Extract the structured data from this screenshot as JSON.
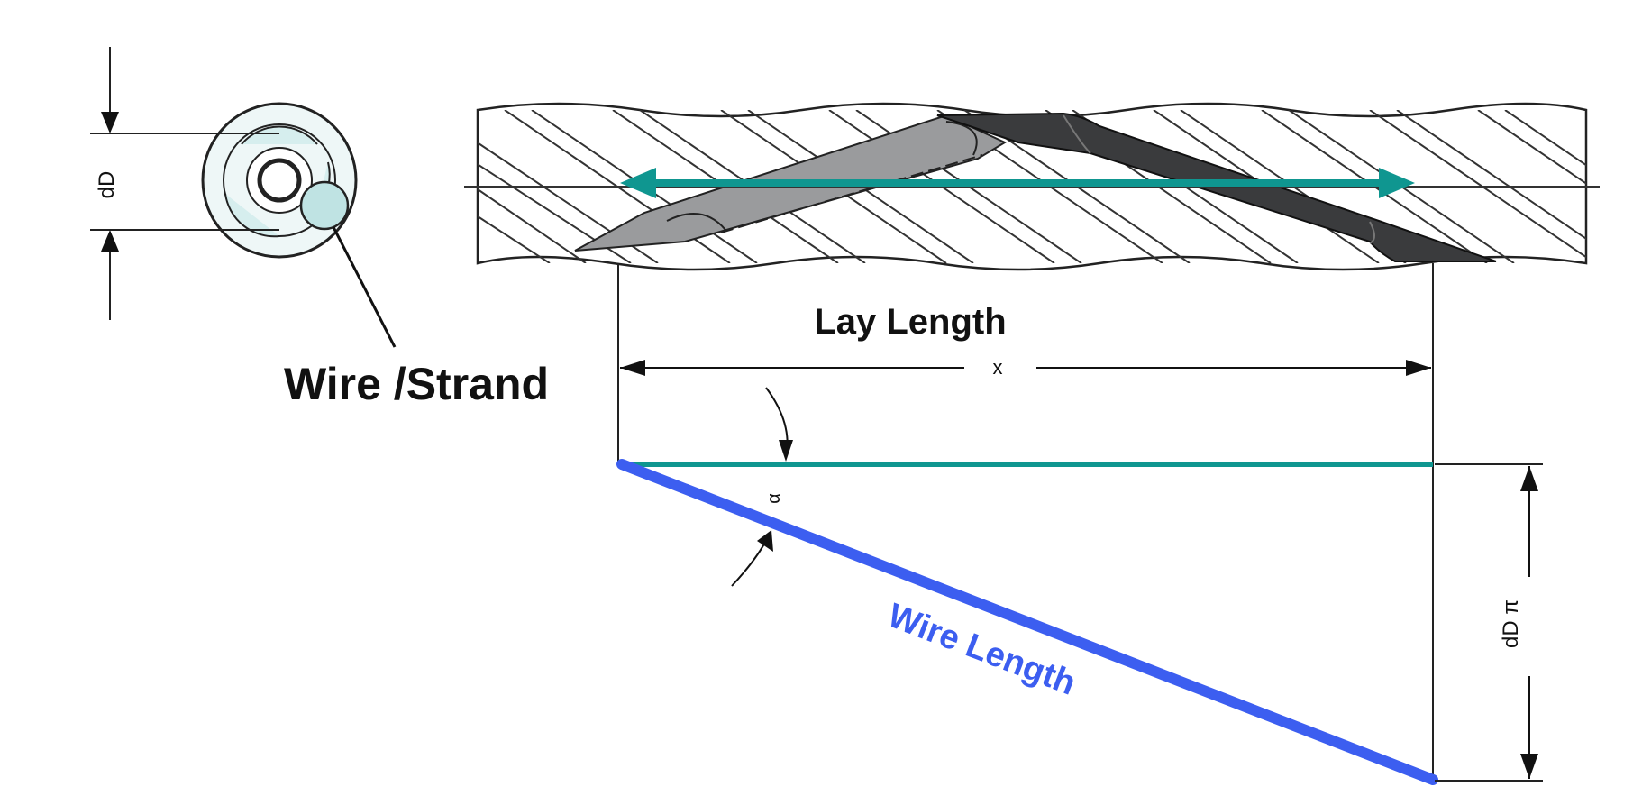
{
  "diagram": {
    "labels": {
      "wire_strand": "Wire /Strand",
      "lay_length": "Lay Length",
      "x_dim": "x",
      "dD_left": "dD",
      "dD_pi": "dD π",
      "alpha": "α",
      "wire_length": "Wire Length"
    },
    "colors": {
      "teal": "#0f9690",
      "blue": "#3c5ef0",
      "wire_dark": "#3a3b3d",
      "wire_grey": "#9a9b9d",
      "strand_fill": "#bfe3e3",
      "ink": "#111111"
    }
  }
}
